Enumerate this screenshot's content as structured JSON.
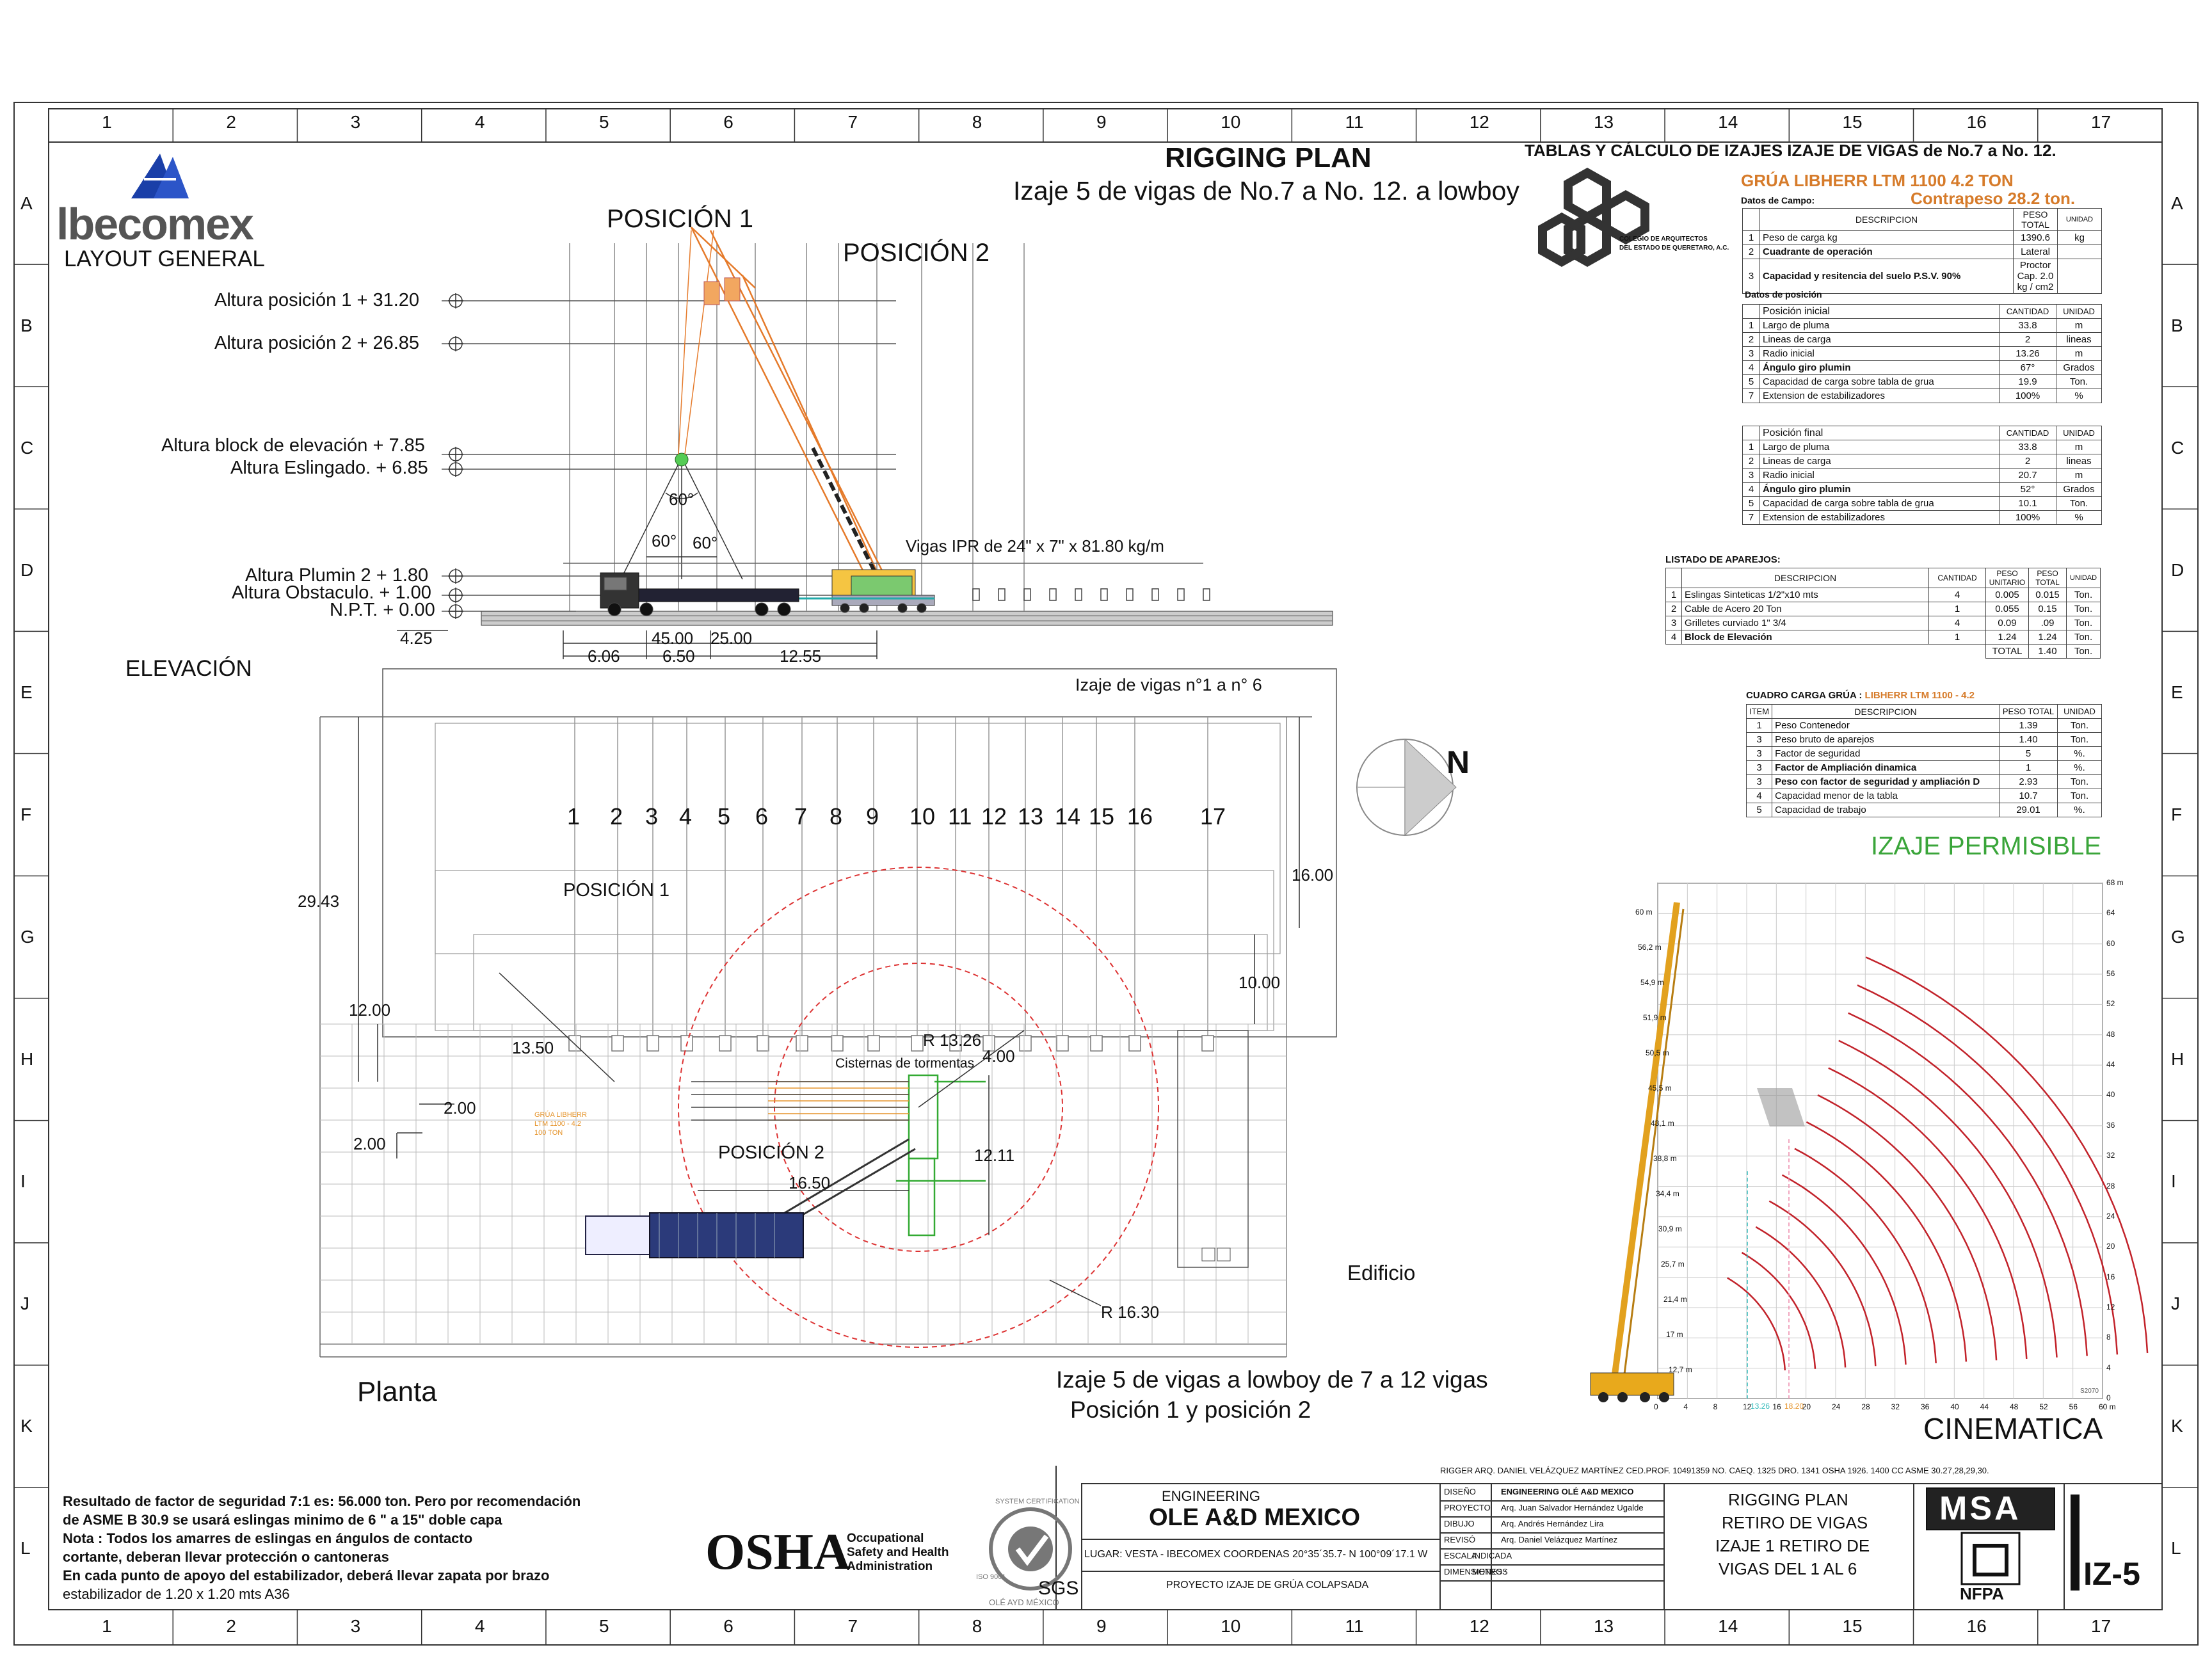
{
  "grid": {
    "columns": [
      "1",
      "2",
      "3",
      "4",
      "5",
      "6",
      "7",
      "8",
      "9",
      "10",
      "11",
      "12",
      "13",
      "14",
      "15",
      "16",
      "17"
    ],
    "rows": [
      "A",
      "B",
      "C",
      "D",
      "E",
      "F",
      "G",
      "H",
      "I",
      "J",
      "K",
      "L"
    ]
  },
  "brand": {
    "logo_text": "lbecomex",
    "subtitle": "LAYOUT GENERAL"
  },
  "header": {
    "title": "RIGGING PLAN",
    "subtitle": "Izaje 5 de vigas de No.7 a No. 12. a lowboy",
    "tables_title": "TABLAS Y CÁLCULO DE IZAJES IZAJE DE VIGAS  de No.7 a No. 12.",
    "crane_model": "GRÚA LIBHERR  LTM 1100 4.2 TON",
    "counterweight": "Contrapeso 28.2 ton.",
    "college_text_1": "COLEGIO DE ARQUITECTOS",
    "college_text_2": "DEL ESTADO DE QUERETARO, A.C."
  },
  "elevation": {
    "pos1": "POSICIÓN 1",
    "pos2": "POSICIÓN 2",
    "h_pos1": "Altura posición 1 + 31.20",
    "h_pos2": "Altura posición 2 + 26.85",
    "h_block": "Altura block de elevación + 7.85",
    "h_sling": "Altura Eslingado. + 6.85",
    "h_plumin": "Altura Plumin 2  + 1.80",
    "h_obst": "Altura Obstaculo. + 1.00",
    "npt": "N.P.T. + 0.00",
    "angle_top": "60°",
    "angle_left": "60°",
    "angle_right": "60°",
    "beams_label": "Vigas IPR de 24\" x 7\" x 81.80 kg/m",
    "label": "ELEVACIÓN",
    "dim_425": "4.25",
    "dim_4500": "45.00",
    "dim_2500": "25.00",
    "dim_606": "6.06",
    "dim_650": "6.50",
    "dim_1255": "12.55"
  },
  "plan": {
    "beams_title": "Izaje de vigas n°1  a  n° 6",
    "beam_numbers": [
      "1",
      "2",
      "3",
      "4",
      "5",
      "6",
      "7",
      "8",
      "9",
      "10",
      "11",
      "12",
      "13",
      "14",
      "15",
      "16",
      "17"
    ],
    "pos1": "POSICIÓN 1",
    "pos2": "POSICIÓN 2",
    "north": "N",
    "d_2943": "29.43",
    "d_1600": "16.00",
    "d_1000": "10.00",
    "d_1200": "12.00",
    "d_1350": "13.50",
    "d_200a": "2.00",
    "d_200b": "2.00",
    "d_1326": "R 13.26",
    "d_400": "4.00",
    "d_1211": "12.11",
    "d_1650": "16.50",
    "d_1630": "R 16.30",
    "cisterns": "Cisternas de tormentas",
    "crane_label_1": "GRÚA LIBHERR",
    "crane_label_2": "LTM 1100 - 4.2",
    "crane_label_3": "100 TON",
    "building": "Edificio",
    "label": "Planta",
    "caption_1": "Izaje 5 de vigas a lowboy de 7 a 12 vigas",
    "caption_2": "Posición 1 y posición 2"
  },
  "field_data": {
    "title": "Datos de Campo:",
    "headers": [
      "DESCRIPCION",
      "PESO TOTAL",
      "UNIDAD"
    ],
    "rows": [
      {
        "n": "1",
        "desc": "Peso de carga kg",
        "val": "1390.6",
        "unit": "kg"
      },
      {
        "n": "2",
        "desc": "Cuadrante de operación",
        "val": "Lateral",
        "unit": ""
      },
      {
        "n": "3",
        "desc": "Capacidad y resitencia del suelo  P.S.V.  90%",
        "val": "Proctor Cap. 2.0 kg / cm2",
        "unit": ""
      }
    ]
  },
  "position_data_title": "Datos de  posición",
  "pos_initial": {
    "title": "Posición inicial",
    "headers": [
      "CANTIDAD",
      "UNIDAD"
    ],
    "rows": [
      {
        "n": "1",
        "desc": "Largo de pluma",
        "val": "33.8",
        "unit": "m"
      },
      {
        "n": "2",
        "desc": "Lineas de carga",
        "val": "2",
        "unit": "lineas"
      },
      {
        "n": "3",
        "desc": "Radio inicial",
        "val": "13.26",
        "unit": "m"
      },
      {
        "n": "4",
        "desc": "Ángulo giro plumin",
        "val": "67°",
        "unit": "Grados"
      },
      {
        "n": "5",
        "desc": "Capacidad de carga sobre tabla de grua",
        "val": "19.9",
        "unit": "Ton."
      },
      {
        "n": "7",
        "desc": "Extension de estabilizadores",
        "val": "100%",
        "unit": "%"
      }
    ]
  },
  "pos_final": {
    "title": "Posición final",
    "headers": [
      "CANTIDAD",
      "UNIDAD"
    ],
    "rows": [
      {
        "n": "1",
        "desc": "Largo de pluma",
        "val": "33.8",
        "unit": "m"
      },
      {
        "n": "2",
        "desc": "Lineas de carga",
        "val": "2",
        "unit": "lineas"
      },
      {
        "n": "3",
        "desc": "Radio inicial",
        "val": "20.7",
        "unit": "m"
      },
      {
        "n": "4",
        "desc": "Ángulo giro plumin",
        "val": "52°",
        "unit": "Grados"
      },
      {
        "n": "5",
        "desc": "Capacidad de carga sobre tabla de grua",
        "val": "10.1",
        "unit": "Ton."
      },
      {
        "n": "7",
        "desc": "Extension de estabilizadores",
        "val": "100%",
        "unit": "%"
      }
    ]
  },
  "rigging": {
    "title": "LISTADO DE APAREJOS:",
    "headers": [
      "DESCRIPCION",
      "CANTIDAD",
      "PESO UNITARIO",
      "PESO TOTAL",
      "UNIDAD"
    ],
    "rows": [
      {
        "n": "1",
        "desc": "Eslingas Sinteticas 1/2\"x10 mts",
        "qty": "4",
        "unit_w": "0.005",
        "total": "0.015",
        "unit": "Ton."
      },
      {
        "n": "2",
        "desc": "Cable de Acero  20 Ton",
        "qty": "1",
        "unit_w": "0.055",
        "total": "0.15",
        "unit": "Ton."
      },
      {
        "n": "3",
        "desc": "Grilletes curviado  1\" 3/4",
        "qty": "4",
        "unit_w": "0.09",
        "total": ".09",
        "unit": "Ton."
      },
      {
        "n": "4",
        "desc": "Block de Elevación",
        "qty": "1",
        "unit_w": "1.24",
        "total": "1.24",
        "unit": "Ton."
      }
    ],
    "total_label": "TOTAL",
    "total_val": "1.40",
    "total_unit": "Ton."
  },
  "load_chart": {
    "title": "CUADRO CARGA GRÚA : ",
    "model": "LIBHERR LTM 1100 - 4.2",
    "headers": [
      "ITEM",
      "DESCRIPCION",
      "PESO TOTAL",
      "UNIDAD"
    ],
    "rows": [
      {
        "n": "1",
        "desc": "Peso Contenedor",
        "val": "1.39",
        "unit": "Ton."
      },
      {
        "n": "3",
        "desc": "Peso bruto de aparejos",
        "val": "1.40",
        "unit": "Ton."
      },
      {
        "n": "3",
        "desc": "Factor de seguridad",
        "val": "5",
        "unit": "%."
      },
      {
        "n": "3",
        "desc": "Factor de Ampliación dinamica",
        "val": "1",
        "unit": "%."
      },
      {
        "n": "3",
        "desc": "Peso con factor de seguridad y ampliación D",
        "val": "2.93",
        "unit": "Ton."
      },
      {
        "n": "4",
        "desc": "Capacidad  menor de la tabla",
        "val": "10.7",
        "unit": "Ton."
      },
      {
        "n": "5",
        "desc": "Capacidad  de trabajo",
        "val": "29.01",
        "unit": "%."
      }
    ],
    "verdict": "IZAJE PERMISIBLE"
  },
  "kinematics": {
    "title": "CINEMATICA",
    "x_ticks": [
      "0",
      "4",
      "8",
      "12",
      "16",
      "20",
      "24",
      "28",
      "32",
      "36",
      "40",
      "44",
      "48",
      "52",
      "56",
      "60 m"
    ],
    "y_ticks": [
      "0",
      "4",
      "8",
      "12",
      "16",
      "20",
      "24",
      "28",
      "32",
      "36",
      "40",
      "44",
      "48",
      "52",
      "56",
      "60",
      "64",
      "68 m"
    ],
    "boom_labels": [
      "60 m",
      "56,2 m",
      "54,9 m",
      "51,9 m",
      "50,5 m",
      "45,5 m",
      "43,1 m",
      "38,8 m",
      "34,4 m",
      "30,9 m",
      "25,7 m",
      "21,4 m",
      "17 m",
      "12,7 m"
    ],
    "marks": [
      "13.26",
      "18.20",
      "S2070"
    ]
  },
  "notes": [
    "Resultado de factor de seguridad 7:1 es: 56.000 ton.  Pero por recomendación",
    "de ASME B 30.9 se usará eslingas minimo de 6 \"  a  15\" doble capa",
    "Nota : Todos los amarres de eslingas en ángulos de contacto",
    "cortante, deberan llevar protección o cantoneras",
    "En cada punto de apoyo del estabilizador, deberá llevar zapata por brazo",
    "estabilizador de 1.20 x 1.20 mts A36"
  ],
  "osha": {
    "logo": "OSHA",
    "line1": "Occupational",
    "line2": "Safety and Health",
    "line3": "Administration"
  },
  "sgs": {
    "text": "SGS",
    "ring": "SYSTEM CERTIFICATION",
    "iso": "ISO 9001",
    "bottom": "OLÉ AYD MÉXICO"
  },
  "title_block": {
    "rigger": "RIGGER   ARQ. DANIEL VELÁZQUEZ MARTÍNEZ     CED.PROF. 10491359     NO. CAEQ. 1325     DRO. 1341     OSHA 1926. 1400 CC     ASME 30.27,28,29,30.",
    "engineering": "ENGINEERING",
    "company": "OLE A&D MEXICO",
    "location": "LUGAR: VESTA - IBECOMEX COORDENAS 20°35´35.7- N 100°09´17.1 W",
    "project": "PROYECTO IZAJE DE GRÚA COLAPSADA",
    "fields": [
      {
        "k": "DISEÑO",
        "v": "ENGINEERING OLÉ A&D MEXICO"
      },
      {
        "k": "PROYECTO",
        "v": "Arq. Juan Salvador Hernández Ugalde"
      },
      {
        "k": "DIBUJO",
        "v": "Arq. Andrés Hernández  Lira"
      },
      {
        "k": "REVISÓ",
        "v": "Arq. Daniel Velázquez Martínez"
      },
      {
        "k": "ESCALA",
        "v": "INDICADA"
      },
      {
        "k": "DIMENSIONES :",
        "v": "METROS"
      }
    ],
    "sheet_title_1": "RIGGING PLAN",
    "sheet_title_2": "RETIRO DE VIGAS",
    "sheet_title_3": "IZAJE 1 RETIRO DE",
    "sheet_title_4": "VIGAS DEL 1 AL 6",
    "msa": "MSA",
    "nfpa": "NFPA",
    "sheet_code": "IZ-5"
  }
}
